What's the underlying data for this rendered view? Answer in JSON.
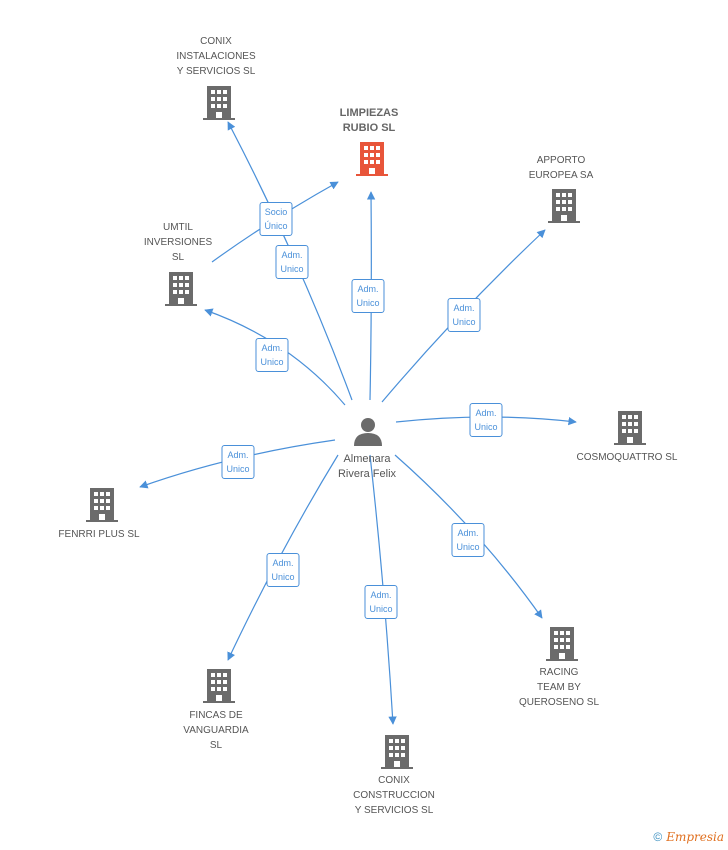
{
  "colors": {
    "edge": "#4a90d9",
    "building": "#6b6b6b",
    "building_main": "#e8553a",
    "person": "#6b6b6b"
  },
  "person": {
    "label": "Almenara\nRivera Felix"
  },
  "nodes": [
    {
      "id": "limpiezas",
      "label": "LIMPIEZAS\nRUBIO SL",
      "main": true
    },
    {
      "id": "conix_inst",
      "label": "CONIX\nINSTALACIONES\nY SERVICIOS SL"
    },
    {
      "id": "umtil",
      "label": "UMTIL\nINVERSIONES\nSL"
    },
    {
      "id": "apporto",
      "label": "APPORTO\nEUROPEA SA"
    },
    {
      "id": "cosmo",
      "label": "COSMOQUATTRO SL"
    },
    {
      "id": "fenrri",
      "label": "FENRRI PLUS SL"
    },
    {
      "id": "fincas",
      "label": "FINCAS DE\nVANGUARDIA\nSL"
    },
    {
      "id": "conix_cons",
      "label": "CONIX\nCONSTRUCCION\nY SERVICIOS SL"
    },
    {
      "id": "racing",
      "label": "RACING\nTEAM BY\nQUEROSENO  SL"
    }
  ],
  "edges": [
    {
      "id": "e_limpiezas",
      "label": "Adm.\nUnico"
    },
    {
      "id": "e_conix_inst",
      "label": "Adm.\nUnico"
    },
    {
      "id": "e_umtil_socio",
      "label": "Socio\nÚnico"
    },
    {
      "id": "e_umtil",
      "label": "Adm.\nUnico"
    },
    {
      "id": "e_apporto",
      "label": "Adm.\nUnico"
    },
    {
      "id": "e_cosmo",
      "label": "Adm.\nUnico"
    },
    {
      "id": "e_fenrri",
      "label": "Adm.\nUnico"
    },
    {
      "id": "e_fincas",
      "label": "Adm.\nUnico"
    },
    {
      "id": "e_conix_cons",
      "label": "Adm.\nUnico"
    },
    {
      "id": "e_racing",
      "label": "Adm.\nUnico"
    }
  ],
  "footer": {
    "copyright": "©",
    "brand": "Empresia"
  }
}
